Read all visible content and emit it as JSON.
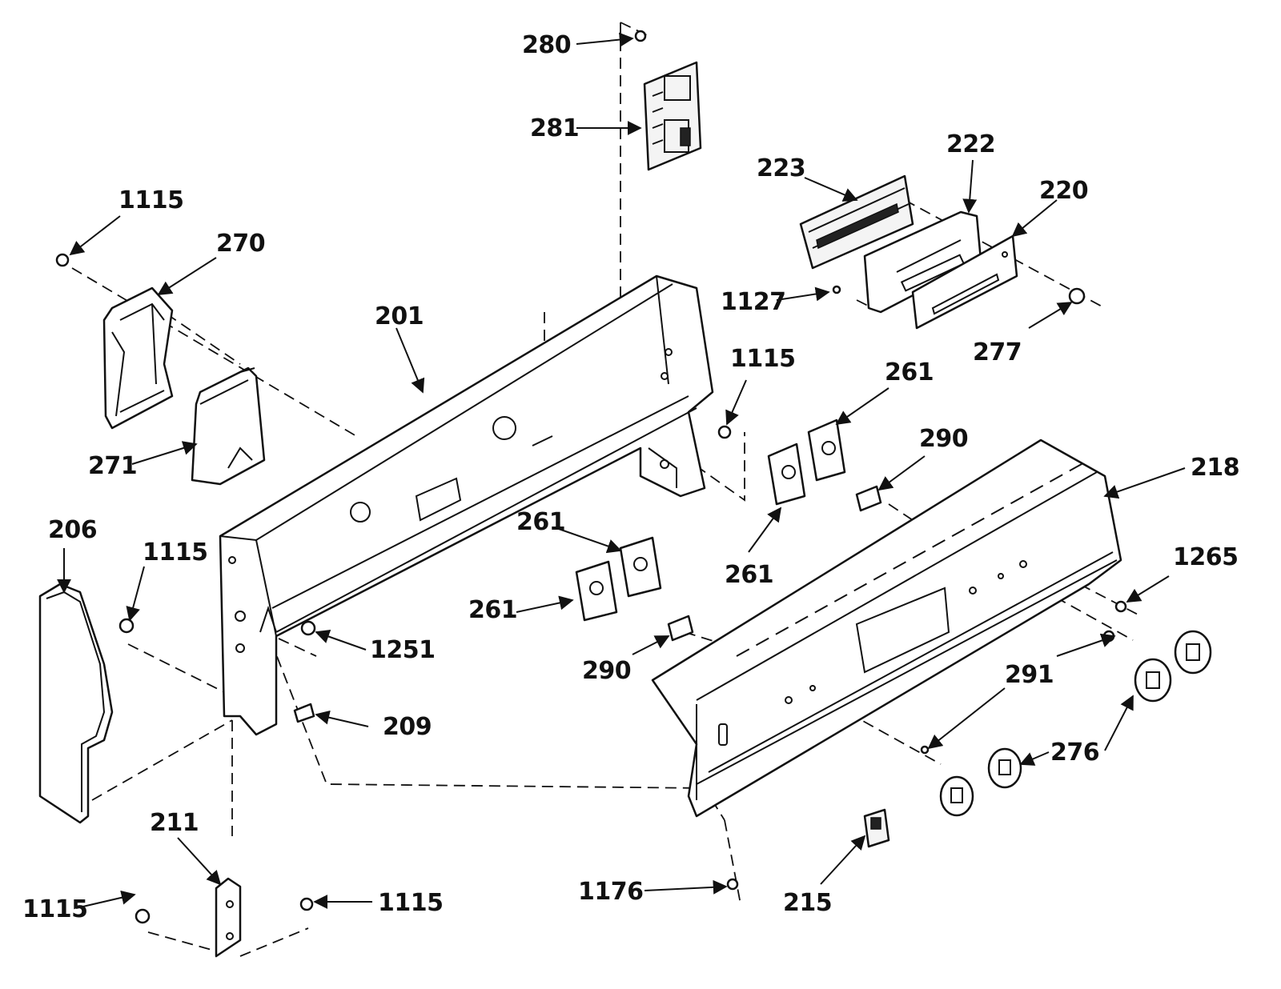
{
  "diagram": {
    "labels": {
      "l280": "280",
      "l281": "281",
      "l223": "223",
      "l222": "222",
      "l220": "220",
      "l1115a": "1115",
      "l270": "270",
      "l201": "201",
      "l1127": "1127",
      "l277": "277",
      "l1115b": "1115",
      "l261a": "261",
      "l290a": "290",
      "l271": "271",
      "l218": "218",
      "l206": "206",
      "l1115c": "1115",
      "l261b": "261",
      "l261c": "261",
      "l261d": "261",
      "l1265": "1265",
      "l1251": "1251",
      "l290b": "290",
      "l291": "291",
      "l209": "209",
      "l276": "276",
      "l211": "211",
      "l1115d": "1115",
      "l1115e": "1115",
      "l1176": "1176",
      "l215": "215"
    }
  }
}
